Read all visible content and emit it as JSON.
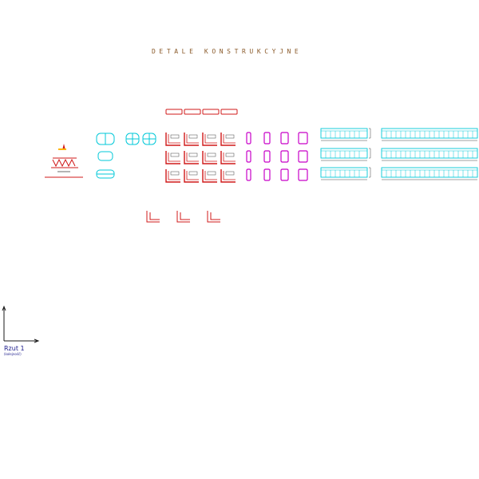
{
  "drawing": {
    "title": "DETALE KONSTRUKCYJNE",
    "view_label": "Rzut 1",
    "view_sublabel": "(kolejność)"
  },
  "colors": {
    "cyan": "#00c8d8",
    "red": "#d01818",
    "magenta": "#c800c8",
    "title": "#8a5a2a",
    "axis": "#1a1a1a",
    "label": "#1a1a8a"
  }
}
